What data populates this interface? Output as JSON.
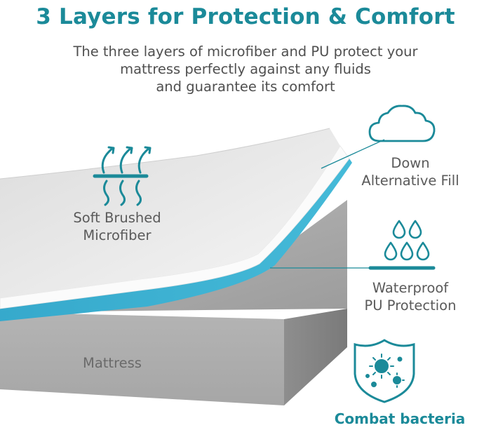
{
  "header": {
    "title": "3 Layers for Protection & Comfort",
    "subtitle_lines": [
      "The three layers of microfiber and PU protect your",
      "mattress perfectly against any fluids",
      "and guarantee its comfort"
    ]
  },
  "labels": {
    "soft_brushed": [
      "Soft Brushed",
      "Microfiber"
    ],
    "down_fill": [
      "Down",
      "Alternative Fill"
    ],
    "waterproof": [
      "Waterproof",
      "PU Protection"
    ],
    "mattress": "Mattress",
    "combat_bacteria": "Combat bacteria"
  },
  "icons": {
    "heat": "heat-waves-icon",
    "cloud": "cloud-icon",
    "water": "water-drops-icon",
    "shield": "shield-bacteria-icon"
  },
  "colors": {
    "brand_teal": "#1b8a99",
    "pu_blue": "#3eb3d3",
    "mattress_gray": "#a9a9a9",
    "text_gray": "#555555"
  }
}
